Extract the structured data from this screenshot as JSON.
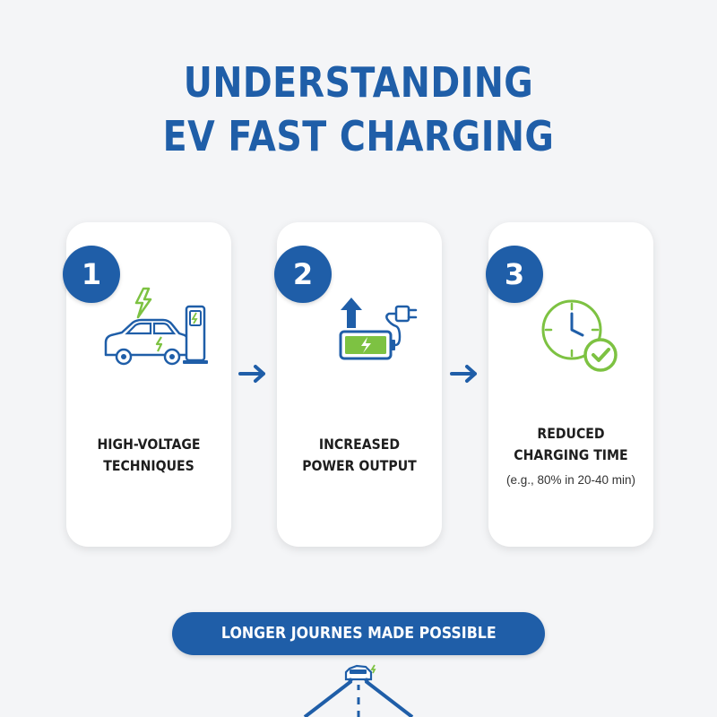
{
  "title": {
    "line1": "UNDERSTANDING",
    "line2": "EV FAST CHARGING"
  },
  "steps": [
    {
      "number": "1",
      "label_line1": "HIGH-VOLTAGE",
      "label_line2": "TECHNIQUES",
      "icon": "ev-car-charging-station-icon"
    },
    {
      "number": "2",
      "label_line1": "INCREASED",
      "label_line2": "POWER OUTPUT",
      "icon": "battery-plug-icon"
    },
    {
      "number": "3",
      "label_line1": "REDUCED",
      "label_line2": "CHARGING TIME",
      "note": "(e.g., 80% in 20-40 min)",
      "icon": "clock-check-icon"
    }
  ],
  "connectors": [
    "arrow-right-icon",
    "arrow-right-icon"
  ],
  "footer": {
    "banner": "LONGER JOURNES MADE POSSIBLE",
    "icon": "car-on-road-icon"
  },
  "colors": {
    "primary": "#1f5ea8",
    "accent_green": "#7dc242",
    "background": "#f4f5f7",
    "card": "#ffffff"
  }
}
